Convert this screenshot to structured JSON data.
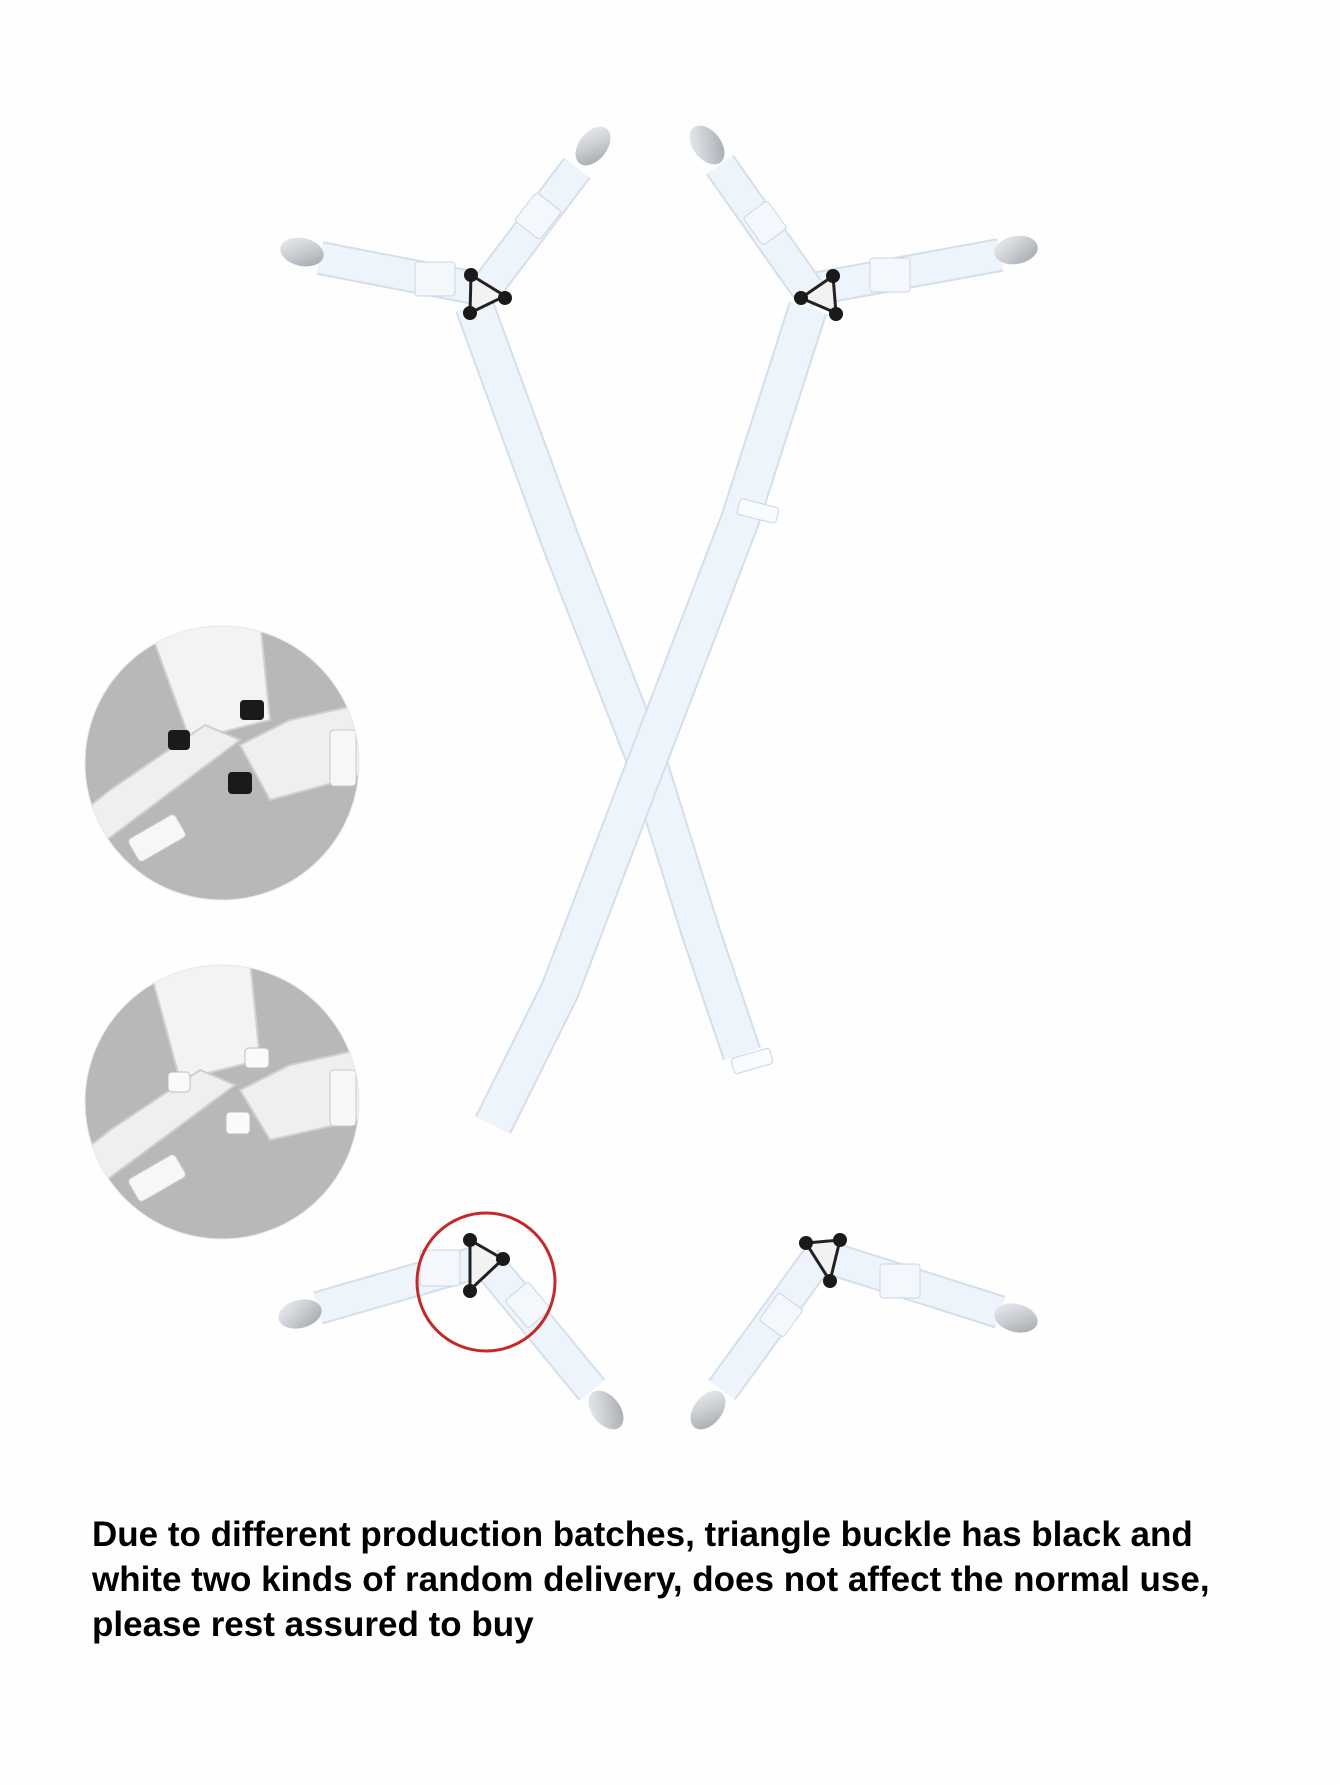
{
  "caption": "Due to different production batches, triangle buckle has black and white two kinds of random delivery, does not affect the normal use, please rest assured to buy",
  "colors": {
    "background": "#fefefe",
    "strap": "#eef4fb",
    "strap_edge": "#d4dfec",
    "clip_metal": "#cfd3d8",
    "buckle_black": "#1a1a1a",
    "inset_bg": "#b8b8b6",
    "highlight_ring": "#c62828"
  },
  "icons": {
    "top_left_assembly": "bed-sheet-strap-icon",
    "top_right_assembly": "bed-sheet-strap-icon",
    "bottom_left_assembly": "bed-sheet-strap-icon",
    "bottom_right_assembly": "bed-sheet-strap-icon",
    "inset_top": "black-triangle-buckle-closeup",
    "inset_bottom": "white-triangle-buckle-closeup",
    "callout": "highlight-circle-icon"
  }
}
